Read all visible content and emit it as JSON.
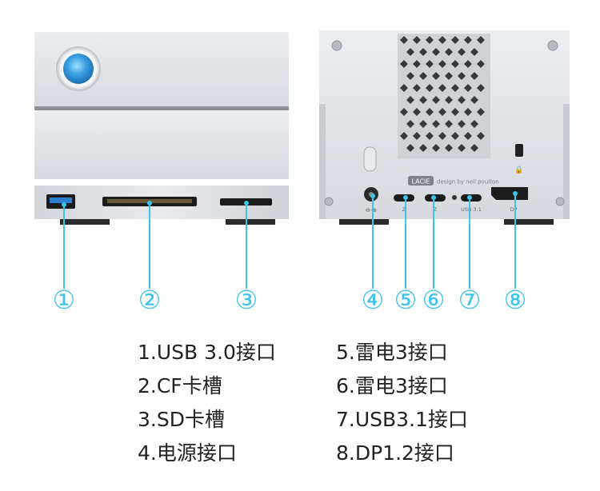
{
  "front_view": {
    "ports": [
      {
        "number": "①",
        "name": "usb-3-0-port"
      },
      {
        "number": "②",
        "name": "cf-card-slot"
      },
      {
        "number": "③",
        "name": "sd-card-slot"
      }
    ]
  },
  "rear_view": {
    "brand_logo": "LACIE",
    "designer_text": "design by neil poulton",
    "port_labels": [
      "Z",
      "Z",
      "USB 3.1",
      "DP"
    ],
    "ports": [
      {
        "number": "④",
        "name": "power-port"
      },
      {
        "number": "⑤",
        "name": "thunderbolt-3-port-1"
      },
      {
        "number": "⑥",
        "name": "thunderbolt-3-port-2"
      },
      {
        "number": "⑦",
        "name": "usb-3-1-port"
      },
      {
        "number": "⑧",
        "name": "displayport-1-2"
      }
    ]
  },
  "legend": {
    "left": [
      "1.USB 3.0接口",
      "2.CF卡槽",
      "3.SD卡槽",
      "4.电源接口"
    ],
    "right": [
      "5.雷电3接口",
      "6.雷电3接口",
      "7.USB3.1接口",
      "8.DP1.2接口"
    ]
  },
  "colors": {
    "callout": "#3cc4ea",
    "button": "#3a9fe0",
    "chassis": "#e2e4e8"
  }
}
